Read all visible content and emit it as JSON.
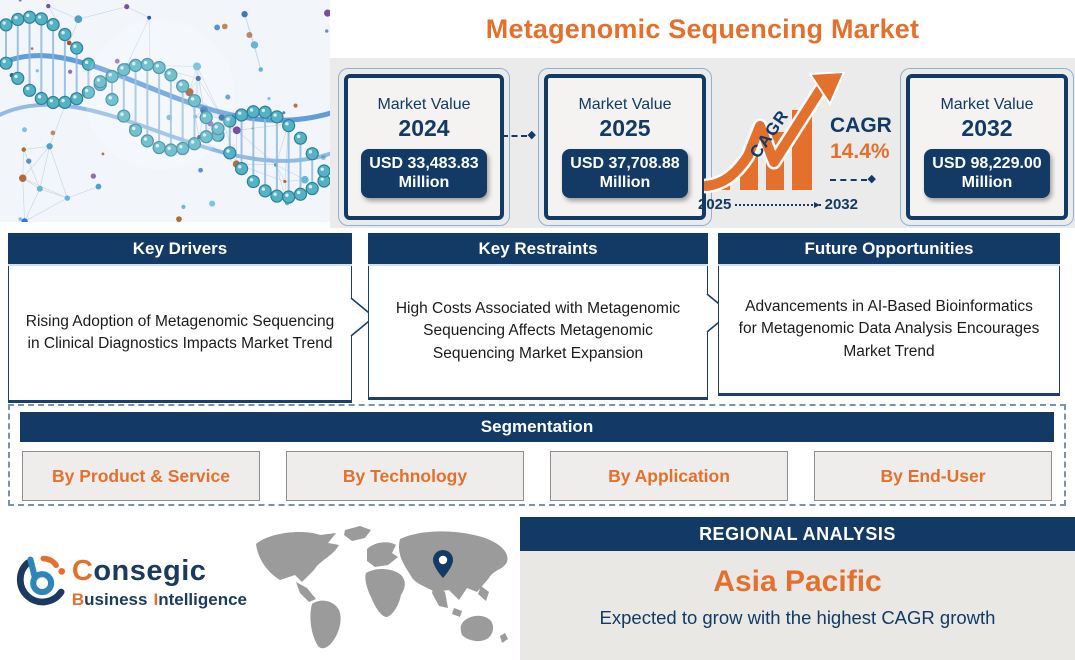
{
  "title": "Metagenomic Sequencing Market",
  "market_boxes": [
    {
      "label": "Market Value",
      "year": "2024",
      "value": "USD 33,483.83",
      "unit": "Million"
    },
    {
      "label": "Market Value",
      "year": "2025",
      "value": "USD 37,708.88",
      "unit": "Million"
    },
    {
      "label": "Market Value",
      "year": "2032",
      "value": "USD 98,229.00",
      "unit": "Million"
    }
  ],
  "cagr": {
    "arrow_label": "CAGR",
    "label": "CAGR",
    "value": "14.4%",
    "start_year": "2025",
    "end_year": "2032"
  },
  "panels": [
    {
      "title": "Key Drivers",
      "text": "Rising Adoption of Metagenomic Sequencing in Clinical Diagnostics Impacts Market Trend"
    },
    {
      "title": "Key Restraints",
      "text": "High Costs Associated with Metagenomic Sequencing Affects Metagenomic Sequencing Market Expansion"
    },
    {
      "title": "Future Opportunities",
      "text": "Advancements in AI-Based Bioinformatics for Metagenomic Data Analysis Encourages Market Trend"
    }
  ],
  "segmentation": {
    "title": "Segmentation",
    "items": [
      "By Product & Service",
      "By Technology",
      "By Application",
      "By End-User"
    ]
  },
  "regional": {
    "header": "REGIONAL ANALYSIS",
    "region": "Asia Pacific",
    "note": "Expected to grow with the highest CAGR growth"
  },
  "logo": {
    "brand_first": "C",
    "brand_rest": "onsegic",
    "sub_b": "B",
    "sub_rest1": "usiness",
    "sub_i": "I",
    "sub_rest2": "ntelligence"
  },
  "colors": {
    "navy": "#123A64",
    "orange": "#E4702E",
    "strip_gray": "#EBEBEB",
    "panel_gray": "#E9E8E5",
    "map_gray": "#9B9B9B"
  },
  "chart_data": {
    "type": "bar",
    "title": "Metagenomic Sequencing Market Value (USD Million)",
    "categories": [
      "2024",
      "2025",
      "2032"
    ],
    "values": [
      33483.83,
      37708.88,
      98229.0
    ],
    "cagr_percent": 14.4,
    "cagr_period": "2025-2032",
    "highlight_region": "Asia Pacific"
  }
}
